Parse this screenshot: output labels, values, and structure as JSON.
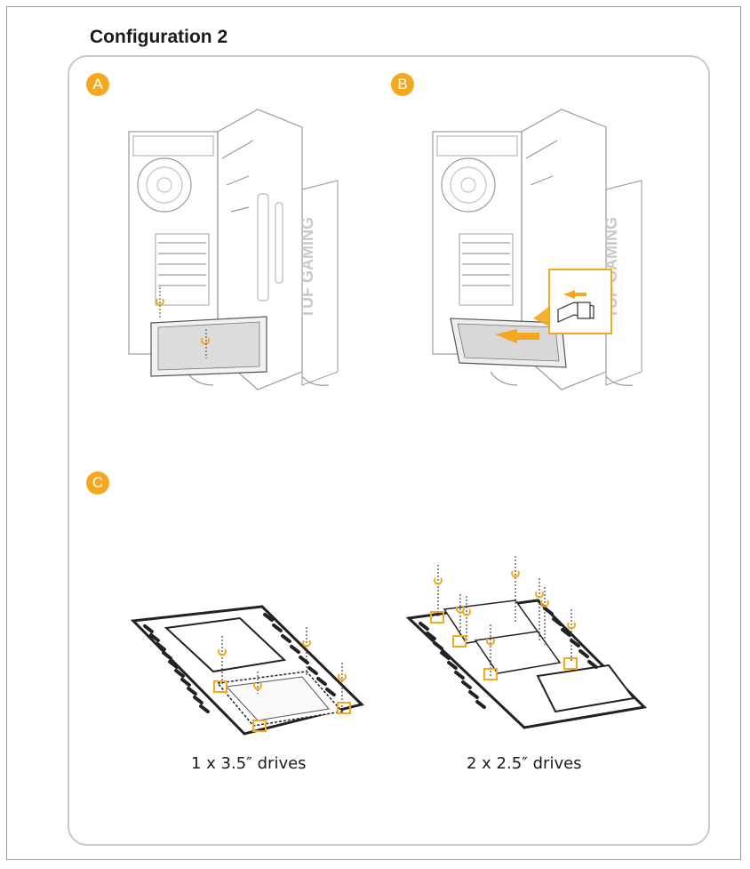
{
  "page": {
    "title": "Configuration 2"
  },
  "steps": [
    {
      "label": "A"
    },
    {
      "label": "B"
    },
    {
      "label": "C"
    }
  ],
  "case_logo": {
    "text": "TUF GAMING"
  },
  "captions": {
    "left": "1 x 3.5″ drives",
    "right": "2 x 2.5″ drives"
  },
  "colors": {
    "accent": "#f3a820",
    "line": "#8a8a8a",
    "light_line": "#cfcfcf",
    "plate": "#3a3a3a"
  }
}
